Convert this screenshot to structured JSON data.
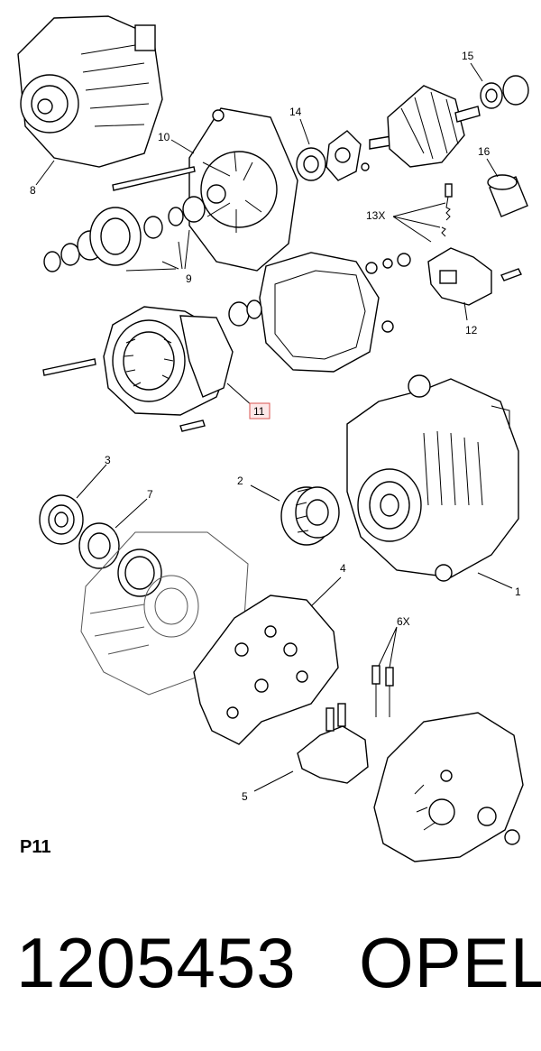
{
  "callouts": {
    "c1": "1",
    "c2": "2",
    "c3": "3",
    "c4": "4",
    "c5": "5",
    "c6": "6X",
    "c7": "7",
    "c8": "8",
    "c9": "9",
    "c10": "10",
    "c11": "11",
    "c12": "12",
    "c13": "13X",
    "c14": "14",
    "c15": "15",
    "c16": "16"
  },
  "page_code": "P11",
  "part_number": "1205453",
  "brand": "OPEL",
  "highlight_color": "#d9534f"
}
